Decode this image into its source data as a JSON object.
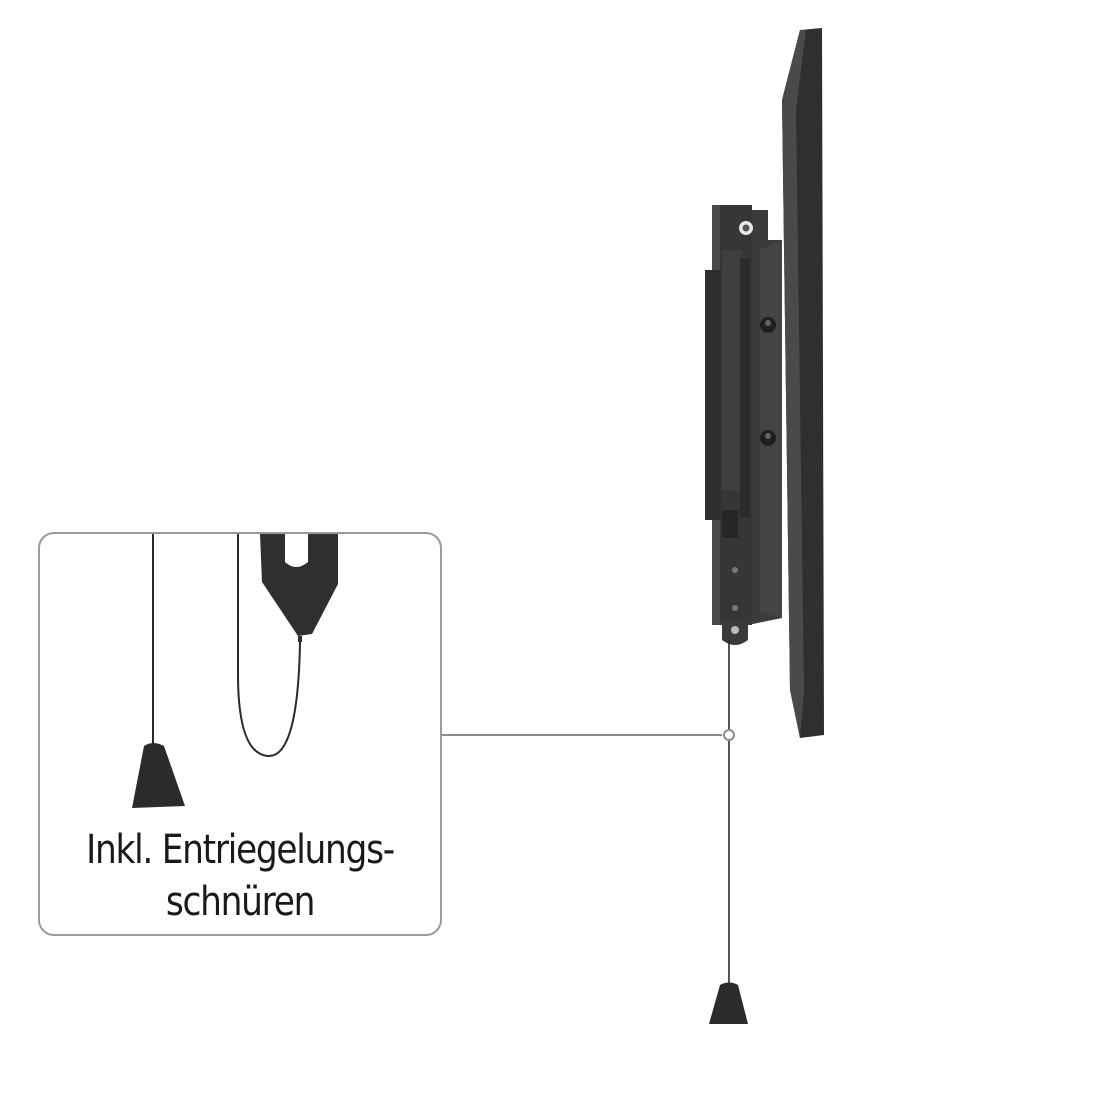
{
  "callout": {
    "caption_line1": "Inkl. Entriegelungs-",
    "caption_line2": "schnüren"
  },
  "colors": {
    "metal": "#3a3a3a",
    "metal_dark": "#2b2b2b",
    "metal_light": "#555555",
    "cord": "#2a2a2a",
    "leader_line": "#8c8c8c",
    "box_border": "#9a9a9a"
  },
  "icons": {
    "mount": "tv-wall-mount-tilt-illustration",
    "weight": "cord-weight-icon",
    "ring": "leader-ring-icon"
  }
}
